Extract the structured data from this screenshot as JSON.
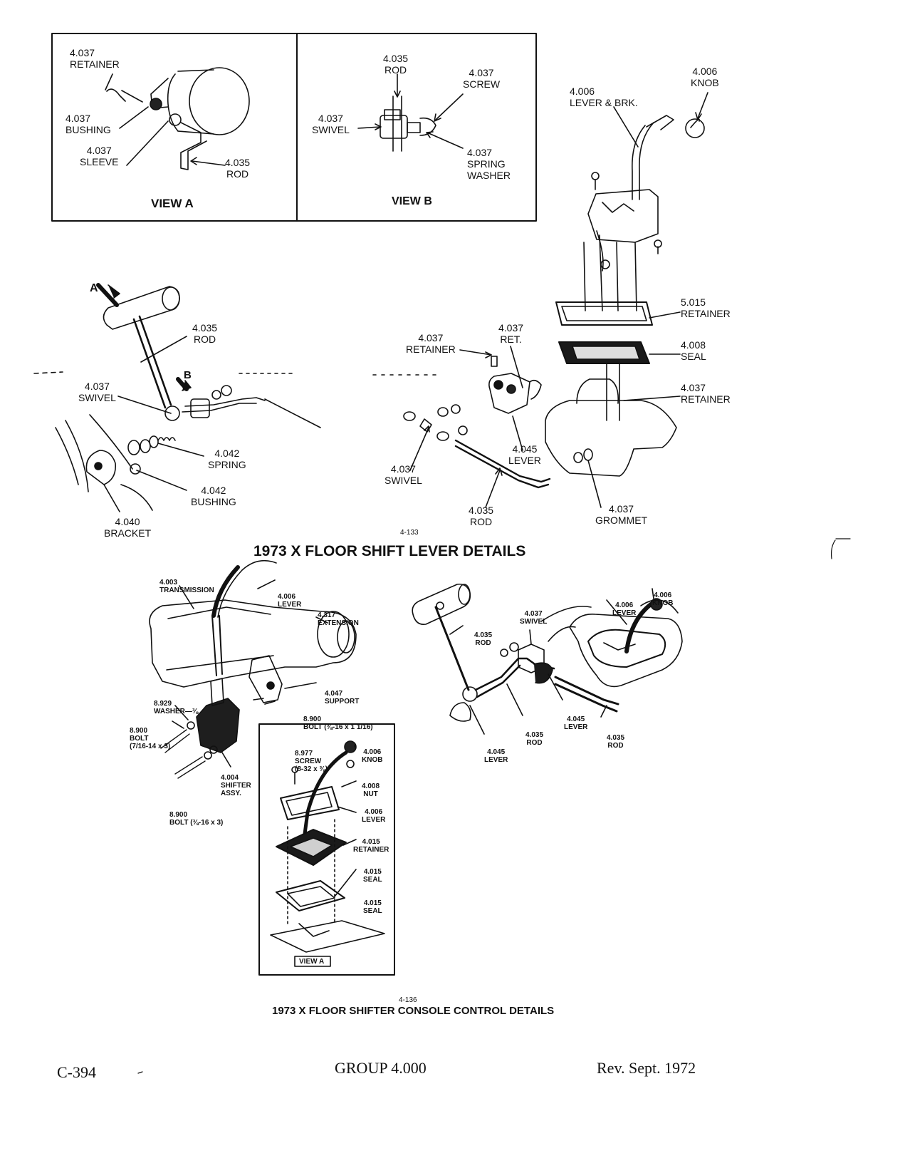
{
  "diagram1": {
    "figure_number": "4-133",
    "title": "1973 X FLOOR SHIFT LEVER DETAILS",
    "view_a": {
      "caption": "VIEW A",
      "labels": {
        "retainer": "4.037\nRETAINER",
        "bushing": "4.037\nBUSHING",
        "sleeve": "4.037\nSLEEVE",
        "rod": "4.035\nROD"
      }
    },
    "view_b": {
      "caption": "VIEW B",
      "labels": {
        "rod": "4.035\nROD",
        "screw": "4.037\nSCREW",
        "swivel": "4.037\nSWIVEL",
        "spring_washer": "4.037\nSPRING\nWASHER"
      }
    },
    "callouts": {
      "a": "A",
      "b": "B"
    },
    "labels": {
      "knob": "4.006\nKNOB",
      "lever_brk": "4.006\nLEVER & BRK.",
      "retainer_5015": "5.015\nRETAINER",
      "seal": "4.008\nSEAL",
      "retainer_right": "4.037\nRETAINER",
      "retainer_mid": "4.037\nRETAINER",
      "ret": "4.037\nRET.",
      "rod_left": "4.035\nROD",
      "swivel_left": "4.037\nSWIVEL",
      "spring": "4.042\nSPRING",
      "bushing": "4.042\nBUSHING",
      "bracket": "4.040\nBRACKET",
      "swivel_mid": "4.037\nSWIVEL",
      "lever": "4.045\nLEVER",
      "rod_mid": "4.035\nROD",
      "grommet": "4.037\nGROMMET"
    }
  },
  "diagram2": {
    "figure_number": "4-136",
    "title": "1973 X FLOOR SHIFTER CONSOLE CONTROL DETAILS",
    "labels": {
      "transmission": "4.003\nTRANSMISSION",
      "lever": "4.006\nLEVER",
      "extension": "4.317\nEXTENSION",
      "support": "4.047\nSUPPORT",
      "washer": "8.929\nWASHER—⅜",
      "bolt_a": "8.900\nBOLT\n(7/16-14 x 3)",
      "bolt_b": "8.900\nBOLT (⅜-16 x 1 1/16)",
      "shifter_assy": "4.004\nSHIFTER\nASSY.",
      "bolt_c": "8.900\nBOLT (⅜-16 x 3)",
      "right_lever": "4.006\nLEVER",
      "right_knob": "4.006\nKNOB",
      "swivel": "4.037\nSWIVEL",
      "rod_a": "4.035\nROD",
      "lever_4045_a": "4.045\nLEVER",
      "rod_b": "4.035\nROD",
      "lever_4045_b": "4.045\nLEVER",
      "rod_c": "4.035\nROD"
    },
    "view_a_inset": {
      "caption": "VIEW A",
      "labels": {
        "screw": "8.977\nSCREW\n(8-32 x ⅜)",
        "knob": "4.006\nKNOB",
        "nut": "4.008\nNUT",
        "lever": "4.006\nLEVER",
        "retainer": "4.015\nRETAINER",
        "seal_a": "4.015\nSEAL",
        "seal_b": "4.015\nSEAL"
      }
    }
  },
  "footer": {
    "page": "C-394",
    "group": "GROUP 4.000",
    "revision": "Rev. Sept. 1972"
  }
}
